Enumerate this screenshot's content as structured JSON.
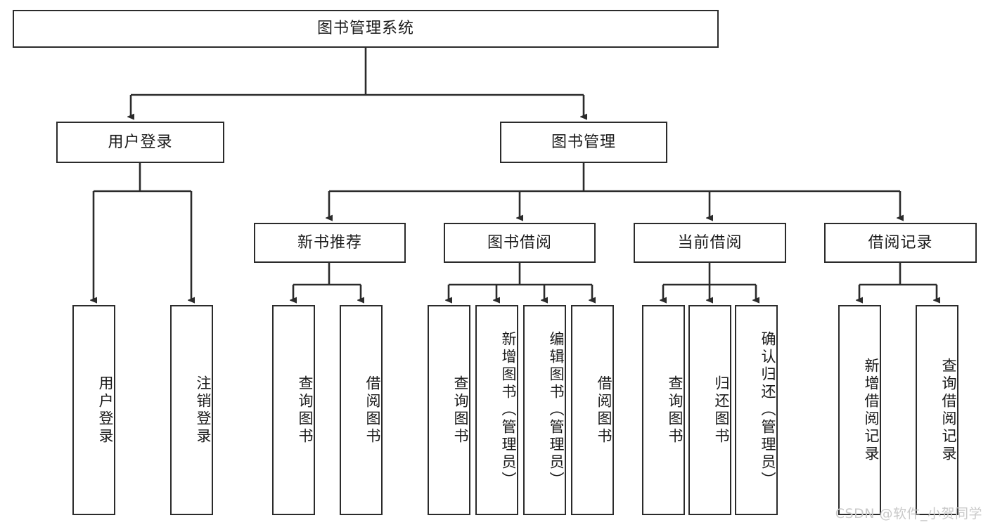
{
  "diagram": {
    "type": "tree-hierarchy",
    "title": "图书管理系统",
    "root": {
      "label": "图书管理系统"
    },
    "level2": [
      {
        "label": "用户登录"
      },
      {
        "label": "图书管理"
      }
    ],
    "level3": [
      {
        "label": "新书推荐"
      },
      {
        "label": "图书借阅"
      },
      {
        "label": "当前借阅"
      },
      {
        "label": "借阅记录"
      }
    ],
    "leaves": {
      "user_login": [
        {
          "label": "用户登录"
        },
        {
          "label": "注销登录"
        }
      ],
      "new_book_recommend": [
        {
          "label": "查询图书"
        },
        {
          "label": "借阅图书"
        }
      ],
      "book_borrow": [
        {
          "label": "查询图书"
        },
        {
          "label": "新增图书（管理员）"
        },
        {
          "label": "编辑图书（管理员）"
        },
        {
          "label": "借阅图书"
        }
      ],
      "current_borrow": [
        {
          "label": "查询图书"
        },
        {
          "label": "归还图书"
        },
        {
          "label": "确认归还（管理员）"
        }
      ],
      "borrow_record": [
        {
          "label": "新增借阅记录"
        },
        {
          "label": "查询借阅记录"
        }
      ]
    }
  },
  "watermark": {
    "text": "CSDN @软件_小贺同学"
  },
  "colors": {
    "stroke": "#2b2b2b",
    "background": "#ffffff",
    "text": "#1a1a1a",
    "watermark": "#c9c9c9"
  }
}
